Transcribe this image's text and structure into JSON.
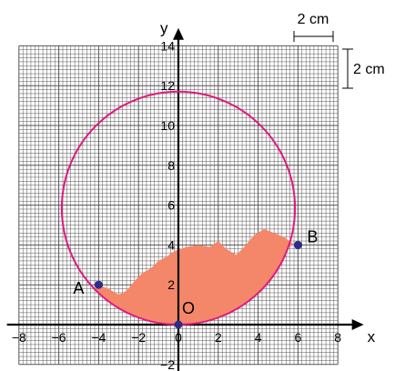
{
  "axes": {
    "x_label": "x",
    "y_label": "y",
    "x_ticks": [
      {
        "value": -8,
        "label": "−8"
      },
      {
        "value": -6,
        "label": "−6"
      },
      {
        "value": -4,
        "label": "−4"
      },
      {
        "value": -2,
        "label": "−2"
      },
      {
        "value": 0,
        "label": "0"
      },
      {
        "value": 2,
        "label": "2"
      },
      {
        "value": 4,
        "label": "4"
      },
      {
        "value": 6,
        "label": "6"
      },
      {
        "value": 8,
        "label": "8"
      }
    ],
    "y_ticks": [
      {
        "value": -2,
        "label": "−2"
      },
      {
        "value": 2,
        "label": "2"
      },
      {
        "value": 4,
        "label": "4"
      },
      {
        "value": 6,
        "label": "6"
      },
      {
        "value": 8,
        "label": "8"
      },
      {
        "value": 10,
        "label": "10"
      },
      {
        "value": 12,
        "label": "12"
      },
      {
        "value": 14,
        "label": "14"
      }
    ],
    "x_range": [
      -8.6,
      9.3
    ],
    "y_range": [
      -2.4,
      14.9
    ]
  },
  "scale": {
    "horizontal_label": "2 cm",
    "vertical_label": "2 cm"
  },
  "circle": {
    "center": [
      0,
      5.85
    ],
    "radius": 5.85,
    "color": "#e0197d"
  },
  "points": [
    {
      "name": "A",
      "x": -4,
      "y": 2
    },
    {
      "name": "B",
      "x": 6,
      "y": 4
    },
    {
      "name": "O",
      "x": 0,
      "y": 0
    }
  ],
  "colors": {
    "grid": "#555555",
    "axis": "#000000",
    "fill": "#f4876a",
    "point": "#2b2c8c"
  }
}
